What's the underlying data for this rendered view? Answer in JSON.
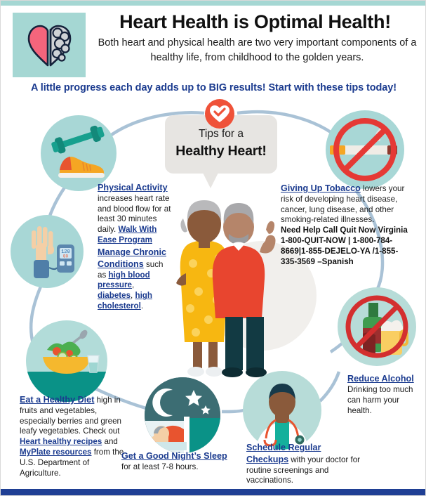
{
  "meta": {
    "doc_type": "health-infographic",
    "colors": {
      "teal": "#a8d7d6",
      "deep_teal": "#0a9287",
      "navy_link": "#1b3b8f",
      "red_accent": "#ef5239",
      "bottom_bar": "#1f3f94",
      "bubble_gray": "#e7e5e2"
    }
  },
  "header": {
    "logo_icon": "heart-brain-icon",
    "title": "Heart Health is Optimal Health!",
    "subtitle": "Both heart and physical health are two very important components of a healthy life, from childhood to the golden years.",
    "tagline": "A little progress each day adds up to BIG results! Start with these tips today!"
  },
  "bubble": {
    "badge_icon": "heart-check-icon",
    "line1": "Tips for a",
    "line2": "Healthy Heart!"
  },
  "tips": [
    {
      "id": "physical-activity",
      "icon": "dumbbell-sneaker-icon",
      "heading": "Physical Activity",
      "body_before": " increases heart rate and blood flow for at least 30 minutes daily. ",
      "link": "Walk With Ease Program",
      "body_after": ""
    },
    {
      "id": "manage-chronic-conditions",
      "icon": "blood-pressure-monitor-icon",
      "icon_reading": "120/80",
      "heading": "Manage Chronic Conditions",
      "body_before": " such as ",
      "link": "high blood pressure",
      "mid": ", ",
      "link2": "diabetes",
      "mid2": ", ",
      "link3": "high cholesterol",
      "body_after": "."
    },
    {
      "id": "giving-up-tobacco",
      "icon": "no-smoking-icon",
      "heading": "Giving Up Tobacco",
      "body": " lowers your risk of developing heart disease, cancer, lung disease, and other smoking-related illnesses.",
      "bold_block": "Need Help Call Quit Now Virginia 1-800-QUIT-NOW | 1-800-784-8669|1-855-DEJELO-YA /1-855-335-3569 –Spanish"
    },
    {
      "id": "reduce-alcohol",
      "icon": "no-alcohol-icon",
      "heading": "Reduce Alcohol",
      "body": "Drinking too much can harm your health."
    },
    {
      "id": "eat-a-healthy-diet",
      "icon": "salad-bowl-icon",
      "heading": "Eat a Healthy Diet",
      "body_before": " high in fruits and vegetables, especially berries and green leafy vegetables. Check out ",
      "link": "Heart healthy recipes",
      "mid": " and ",
      "link2": "MyPlate resources",
      "body_after": " from the U.S. Department of Agriculture."
    },
    {
      "id": "get-a-good-nights-sleep",
      "icon": "moon-stars-sleeping-icon",
      "heading": "Get a Good Night’s Sleep",
      "body": " for at least 7-8 hours."
    },
    {
      "id": "schedule-regular-checkups",
      "icon": "doctor-stethoscope-icon",
      "heading": "Schedule Regular Checkups",
      "body": " with your doctor for routine screenings and vaccinations."
    }
  ],
  "illustration": {
    "name": "elderly-couple-illustration",
    "description": "Older woman in yellow floral dress and older man in red sweater giving a thumbs up"
  }
}
